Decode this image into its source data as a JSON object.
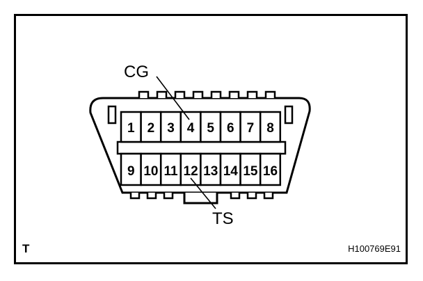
{
  "corner_label": "T",
  "figure_id": "H100769E91",
  "connector": {
    "top_row_pins": [
      "1",
      "2",
      "3",
      "4",
      "5",
      "6",
      "7",
      "8"
    ],
    "bottom_row_pins": [
      "9",
      "10",
      "11",
      "12",
      "13",
      "14",
      "15",
      "16"
    ]
  },
  "callouts": {
    "cg": "CG",
    "ts": "TS"
  }
}
